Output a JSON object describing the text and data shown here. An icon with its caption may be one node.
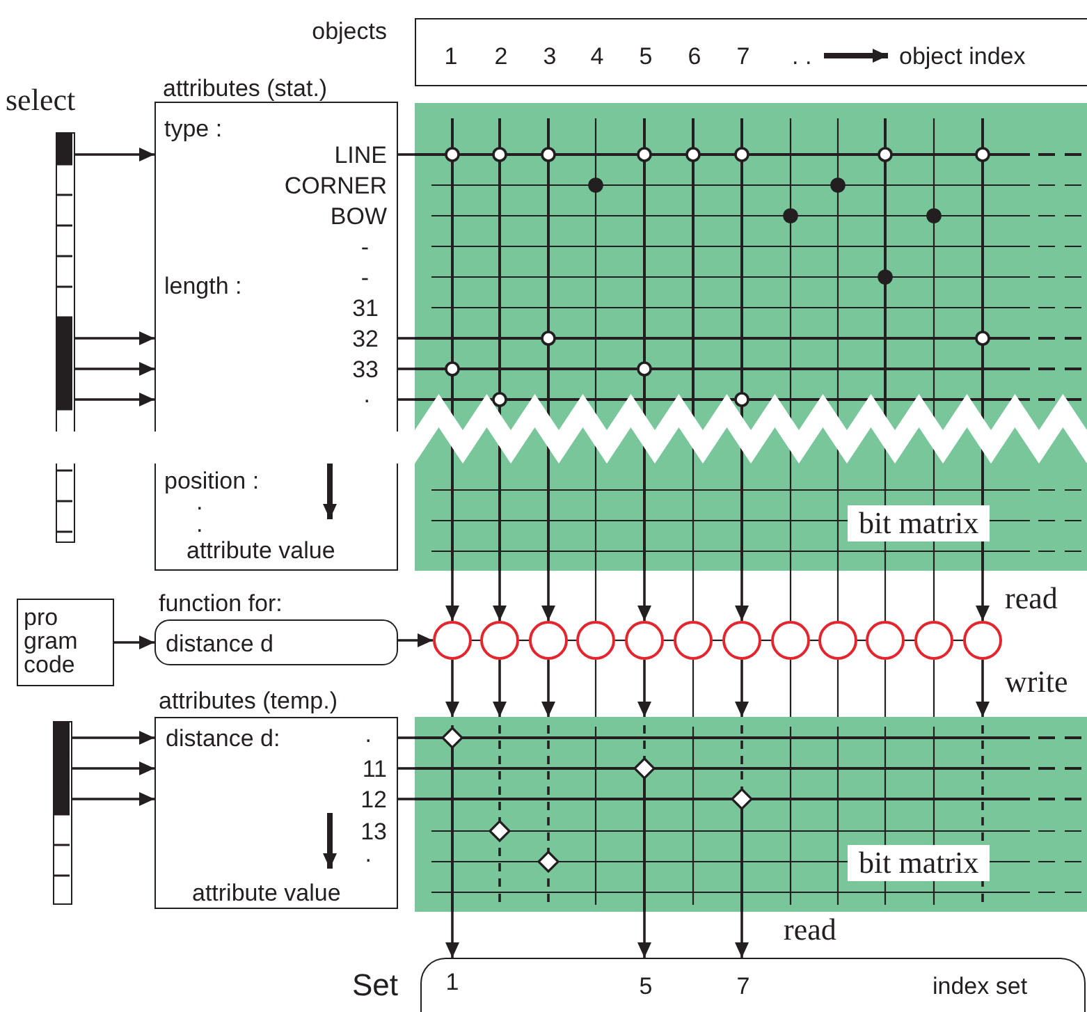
{
  "diagram": {
    "nodes": [
      {
        "text": [
          "objects",
          "1",
          "2",
          "3",
          "4",
          "5",
          "6",
          "7",
          ". .",
          "object index"
        ]
      },
      {
        "text": [
          "select"
        ]
      },
      {
        "text": [
          "attributes (stat.)",
          "type :",
          "LINE",
          "CORNER",
          "BOW",
          "-",
          "-",
          "length :",
          "31",
          "32",
          "33",
          ".",
          "position :",
          ".",
          ".",
          "attribute value"
        ]
      },
      {
        "text": [
          "bit matrix"
        ]
      },
      {
        "text": [
          "pro gram code"
        ]
      },
      {
        "text": [
          "function for:",
          "distance d"
        ]
      },
      {
        "text": [],
        "shape": "circle"
      },
      {
        "text": [],
        "shape": "circle"
      },
      {
        "text": [],
        "shape": "circle"
      },
      {
        "text": [],
        "shape": "circle"
      },
      {
        "text": [],
        "shape": "circle"
      },
      {
        "text": [],
        "shape": "circle"
      },
      {
        "text": [],
        "shape": "circle"
      },
      {
        "text": [],
        "shape": "circle"
      },
      {
        "text": [],
        "shape": "circle"
      },
      {
        "text": [],
        "shape": "circle"
      },
      {
        "text": [],
        "shape": "circle"
      },
      {
        "text": [],
        "shape": "circle"
      },
      {
        "text": [],
        "shape": "bar"
      },
      {
        "text": [
          "attributes (temp.)",
          "distance d:",
          ".",
          "11",
          "12",
          "13",
          ".",
          "attribute value"
        ]
      },
      {
        "text": [
          "bit matrix"
        ]
      },
      {
        "text": [
          "Set",
          "1",
          "5",
          "7",
          "index set"
        ]
      }
    ],
    "edges": [
      {
        "from": 1,
        "to": 2,
        "arrow": "to"
      },
      {
        "from": 1,
        "to": 2,
        "arrow": "to"
      },
      {
        "from": 1,
        "to": 2,
        "arrow": "to"
      },
      {
        "from": 1,
        "to": 2,
        "arrow": "to"
      },
      {
        "from": 4,
        "to": 5,
        "arrow": "to"
      },
      {
        "from": 5,
        "to": 6,
        "arrow": "to"
      },
      {
        "from": 6,
        "to": 7,
        "arrow": "none"
      },
      {
        "from": 7,
        "to": 8,
        "arrow": "none"
      },
      {
        "from": 8,
        "to": 9,
        "arrow": "none"
      },
      {
        "from": 9,
        "to": 10,
        "arrow": "none"
      },
      {
        "from": 10,
        "to": 11,
        "arrow": "none"
      },
      {
        "from": 11,
        "to": 12,
        "arrow": "none"
      },
      {
        "from": 12,
        "to": 13,
        "arrow": "none"
      },
      {
        "from": 13,
        "to": 14,
        "arrow": "none"
      },
      {
        "from": 14,
        "to": 15,
        "arrow": "none"
      },
      {
        "from": 15,
        "to": 16,
        "arrow": "none"
      },
      {
        "from": 16,
        "to": 17,
        "arrow": "none"
      },
      {
        "from": 3,
        "to": 6,
        "arrow": "to"
      },
      {
        "from": 3,
        "to": 7,
        "arrow": "to"
      },
      {
        "from": 3,
        "to": 8,
        "arrow": "to"
      },
      {
        "from": 3,
        "to": 9,
        "arrow": "none"
      },
      {
        "from": 3,
        "to": 10,
        "arrow": "to"
      },
      {
        "from": 3,
        "to": 11,
        "arrow": "none"
      },
      {
        "from": 3,
        "to": 12,
        "arrow": "to"
      },
      {
        "from": 3,
        "to": 13,
        "arrow": "none"
      },
      {
        "from": 3,
        "to": 14,
        "arrow": "none"
      },
      {
        "from": 3,
        "to": 15,
        "arrow": "none"
      },
      {
        "from": 3,
        "to": 16,
        "arrow": "none"
      },
      {
        "from": 3,
        "to": 17,
        "arrow": "to"
      },
      {
        "from": 6,
        "to": 20,
        "arrow": "to"
      },
      {
        "from": 7,
        "to": 20,
        "arrow": "to"
      },
      {
        "from": 8,
        "to": 20,
        "arrow": "to"
      },
      {
        "from": 9,
        "to": 20,
        "arrow": "none"
      },
      {
        "from": 10,
        "to": 20,
        "arrow": "to"
      },
      {
        "from": 11,
        "to": 20,
        "arrow": "none"
      },
      {
        "from": 12,
        "to": 20,
        "arrow": "to"
      },
      {
        "from": 13,
        "to": 20,
        "arrow": "none"
      },
      {
        "from": 14,
        "to": 20,
        "arrow": "none"
      },
      {
        "from": 15,
        "to": 20,
        "arrow": "none"
      },
      {
        "from": 16,
        "to": 20,
        "arrow": "none"
      },
      {
        "from": 17,
        "to": 20,
        "arrow": "to"
      },
      {
        "from": 18,
        "to": 19,
        "arrow": "to"
      },
      {
        "from": 18,
        "to": 19,
        "arrow": "to"
      },
      {
        "from": 18,
        "to": 19,
        "arrow": "to"
      },
      {
        "from": 20,
        "to": 21,
        "arrow": "to"
      },
      {
        "from": 20,
        "to": 21,
        "arrow": "to"
      },
      {
        "from": 20,
        "to": 21,
        "arrow": "to"
      },
      {
        "from": 2,
        "to": 3,
        "arrow": "none"
      },
      {
        "from": 2,
        "to": 3,
        "arrow": "none"
      },
      {
        "from": 2,
        "to": 3,
        "arrow": "none"
      },
      {
        "from": 2,
        "to": 3,
        "arrow": "none"
      },
      {
        "from": 19,
        "to": 20,
        "arrow": "none"
      },
      {
        "from": 19,
        "to": 20,
        "arrow": "none"
      },
      {
        "from": 19,
        "to": 20,
        "arrow": "none"
      }
    ],
    "labels": [
      "read",
      "write",
      "read"
    ]
  }
}
